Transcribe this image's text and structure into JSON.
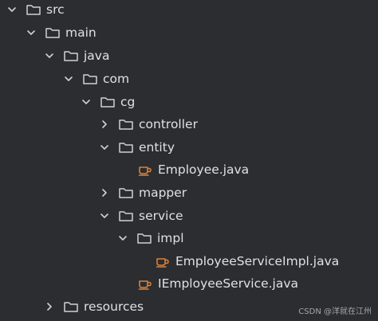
{
  "tree": {
    "rows": [
      {
        "label": "src",
        "expanded": true,
        "type": "folder"
      },
      {
        "label": "main",
        "expanded": true,
        "type": "folder"
      },
      {
        "label": "java",
        "expanded": true,
        "type": "folder"
      },
      {
        "label": "com",
        "expanded": true,
        "type": "folder"
      },
      {
        "label": "cg",
        "expanded": true,
        "type": "folder"
      },
      {
        "label": "controller",
        "expanded": false,
        "type": "folder"
      },
      {
        "label": "entity",
        "expanded": true,
        "type": "folder"
      },
      {
        "label": "Employee.java",
        "type": "java-file"
      },
      {
        "label": "mapper",
        "expanded": false,
        "type": "folder"
      },
      {
        "label": "service",
        "expanded": true,
        "type": "folder"
      },
      {
        "label": "impl",
        "expanded": true,
        "type": "folder"
      },
      {
        "label": "EmployeeServiceImpl.java",
        "type": "java-file"
      },
      {
        "label": "IEmployeeService.java",
        "type": "java-file"
      },
      {
        "label": "resources",
        "expanded": false,
        "type": "folder"
      }
    ]
  },
  "watermark": "CSDN @洋就在江州",
  "colors": {
    "background": "#2b2d30",
    "text": "#dfe1e5",
    "icon_stroke": "#cfd1d6",
    "java_icon": "#d9823b"
  }
}
